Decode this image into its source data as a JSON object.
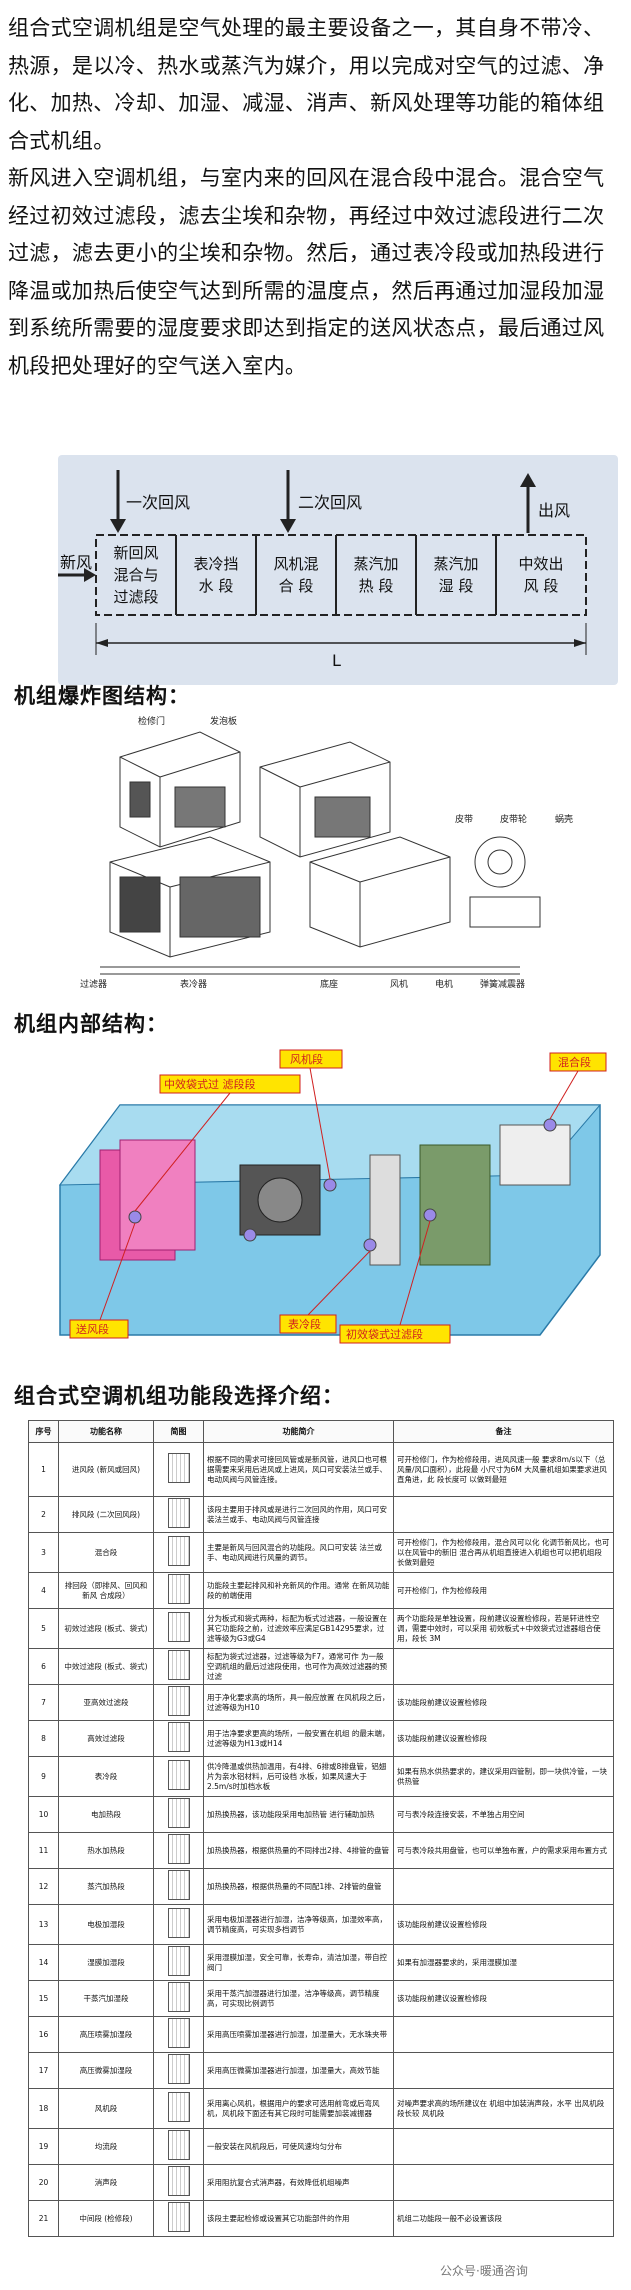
{
  "intro": {
    "paragraph1": "组合式空调机组是空气处理的最主要设备之一，其自身不带冷、热源，是以冷、热水或蒸汽为媒介，用以完成对空气的过滤、净化、加热、冷却、加湿、减湿、消声、新风处理等功能的箱体组合式机组。",
    "paragraph2": "新风进入空调机组，与室内来的回风在混合段中混合。混合空气经过初效过滤段，滤去尘埃和杂物，再经过中效过滤段进行二次过滤，滤去更小的尘埃和杂物。然后，通过表冷段或加热段进行降温或加热后使空气达到所需的温度点，然后再通过加湿段加湿到系统所需要的湿度要求即达到指定的送风状态点，最后通过风机段把处理好的空气送入室内。"
  },
  "flow_diagram": {
    "return1": "一次回风",
    "return2": "二次回风",
    "outlet": "出风",
    "inlet": "新风",
    "length": "L",
    "segments": [
      {
        "line1": "新回风",
        "line2": "混合与",
        "line3": "过滤段"
      },
      {
        "line1": "表冷挡",
        "line2": "水 段",
        "line3": ""
      },
      {
        "line1": "风机混",
        "line2": "合 段",
        "line3": ""
      },
      {
        "line1": "蒸汽加",
        "line2": "热 段",
        "line3": ""
      },
      {
        "line1": "蒸汽加",
        "line2": "湿 段",
        "line3": ""
      },
      {
        "line1": "中效出",
        "line2": "风 段",
        "line3": ""
      }
    ]
  },
  "headings": {
    "explode": "机组爆炸图结构：",
    "internal": "机组内部结构：",
    "table": "组合式空调机组功能段选择介绍："
  },
  "explode_labels": {
    "door": "检修门",
    "plate": "发泡板",
    "filter": "过滤器",
    "cooler": "表冷器",
    "base": "底座",
    "fan": "风机",
    "motor": "电机",
    "vibration": "弹簧减震器",
    "belt": "皮带",
    "pulley": "皮带轮",
    "housing": "蜗壳"
  },
  "internal_labels": {
    "bag_filter": "中效袋式过 滤段段",
    "fan_section": "风机段",
    "mixing": "混合段",
    "supply": "送风段",
    "cooling": "表冷段",
    "primary_filter": "初效袋式过滤段"
  },
  "table": {
    "headers": [
      "序号",
      "功能名称",
      "简图",
      "功能简介",
      "备注"
    ],
    "rows": [
      {
        "no": "1",
        "name": "进风段 (新风或回风)",
        "desc": "根据不同的需求可接回风管或是新风管，进风口也可根据需要来采用后进风或上进风，风口可安装法兰或手、电动风阀与风管连接。",
        "note": "可开检修门，作为检修段用，进风风速一般 要求8m/s以下（总风量/风口面积），此段最 小尺寸为6M 大风量机组如果要求进风直角进，此 段长度可 以做到最短"
      },
      {
        "no": "2",
        "name": "排风段 (二次回风段)",
        "desc": "该段主要用于排风或是进行二次回风的作用，风口可安装法兰或手、电动风阀与风管连接",
        "note": ""
      },
      {
        "no": "3",
        "name": "混合段",
        "desc": "主要是新风与回风混合的功能段。风口可安装 法兰或手、电动风阀进行风量的调节。",
        "note": "可开检修门，作为检修段用，混合风可以化 化调节新风比，也可以在风管中的新旧 混合再从机组直接进入机组也可以把机组段 长做到最短"
      },
      {
        "no": "4",
        "name": "排回段（即排风、回风和新风 合成段）",
        "desc": "功能段主要起排风和补充新风的作用。通常 在新风功能段的前端使用",
        "note": "可开检修门，作为检修段用"
      },
      {
        "no": "5",
        "name": "初效过滤段 (板式、袋式)",
        "desc": "分为板式和袋式两种，标配为板式过滤器，一般设置在其它功能段之前，过滤效率应满足GB14295要求，过滤等级为G3或G4",
        "note": "两个功能段是单独设置，段前建议设置检修段，若是轩进性空调，需要中效时，可以采用 初效板式+中效袋式过滤器组合使用，段长 3M"
      },
      {
        "no": "6",
        "name": "中效过滤段 (板式、袋式)",
        "desc": "标配为袋式过滤器，过滤等级为F7，通常可作 为一般空调机组的最后过滤段使用，也可作为高效过滤器的预过滤",
        "note": ""
      },
      {
        "no": "7",
        "name": "亚高效过滤段",
        "desc": "用于净化要求高的场所，具一般应放置 在风机段之后，过滤等级为H10",
        "note": "该功能段前建议设置检修段"
      },
      {
        "no": "8",
        "name": "高效过滤段",
        "desc": "用于洁净要求更高的场所，一般安置在机组 的最末端，过滤等级为H13或H14",
        "note": "该功能段前建议设置检修段"
      },
      {
        "no": "9",
        "name": "表冷段",
        "desc": "供冷降温或供热加温用，有4排、6排或8排盘管，铝翅片为亲水铝材料，后可设档 水板，如果风速大于2.5m/s时加档水板",
        "note": "如果有热水供热要求的，建议采用四管制，即一块供冷管，一块供热管"
      },
      {
        "no": "10",
        "name": "电加热段",
        "desc": "加热换热器，该功能段采用电加热管 进行辅助加热",
        "note": "可与表冷段连接安装，不单独占用空间"
      },
      {
        "no": "11",
        "name": "热水加热段",
        "desc": "加热换热器，根据供热量的不同排出2排、4排管的盘管",
        "note": "可与表冷段共用盘管，也可以单独布置，户的需求采用布置方式"
      },
      {
        "no": "12",
        "name": "蒸汽加热段",
        "desc": "加热换热器，根据供热量的不同配1排、2排管的盘管",
        "note": ""
      },
      {
        "no": "13",
        "name": "电极加湿段",
        "desc": "采用电极加湿器进行加湿，洁净等级高，加湿效率高，调节精度高，可实现多档调节",
        "note": "该功能段前建议设置检修段"
      },
      {
        "no": "14",
        "name": "湿膜加湿段",
        "desc": "采用湿膜加湿，安全可靠，长寿命，清洁加湿，带自控阀门",
        "note": "如果有加湿器要求的，采用湿膜加湿"
      },
      {
        "no": "15",
        "name": "干蒸汽加湿段",
        "desc": "采用干蒸汽加湿器进行加湿，洁净等级高，调节精度高，可实现比例调节",
        "note": "该功能段前建议设置检修段"
      },
      {
        "no": "16",
        "name": "高压喷雾加湿段",
        "desc": "采用高压喷雾加湿器进行加湿，加湿量大，无水珠夹带",
        "note": ""
      },
      {
        "no": "17",
        "name": "高压微雾加湿段",
        "desc": "采用高压微雾加湿器进行加湿，加湿量大，高效节能",
        "note": ""
      },
      {
        "no": "18",
        "name": "风机段",
        "desc": "采用离心风机，根据用户的要求可选用前弯或后弯风机，风机段下面还有其它段时可能需要加装减振器",
        "note": "对噪声要求高的场所建议在 机组中加装消声段，水平 出风机段段长较 风机段"
      },
      {
        "no": "19",
        "name": "均流段",
        "desc": "一般安装在风机段后，可使风速均匀分布",
        "note": ""
      },
      {
        "no": "20",
        "name": "消声段",
        "desc": "采用阻抗复合式消声器，有效降低机组噪声",
        "note": ""
      },
      {
        "no": "21",
        "name": "中间段 (检修段)",
        "desc": "该段主要起检修或设置其它功能部件的作用",
        "note": "机组二功能段一般不必设置该段"
      }
    ]
  },
  "watermark": "公众号·暖通咨询"
}
